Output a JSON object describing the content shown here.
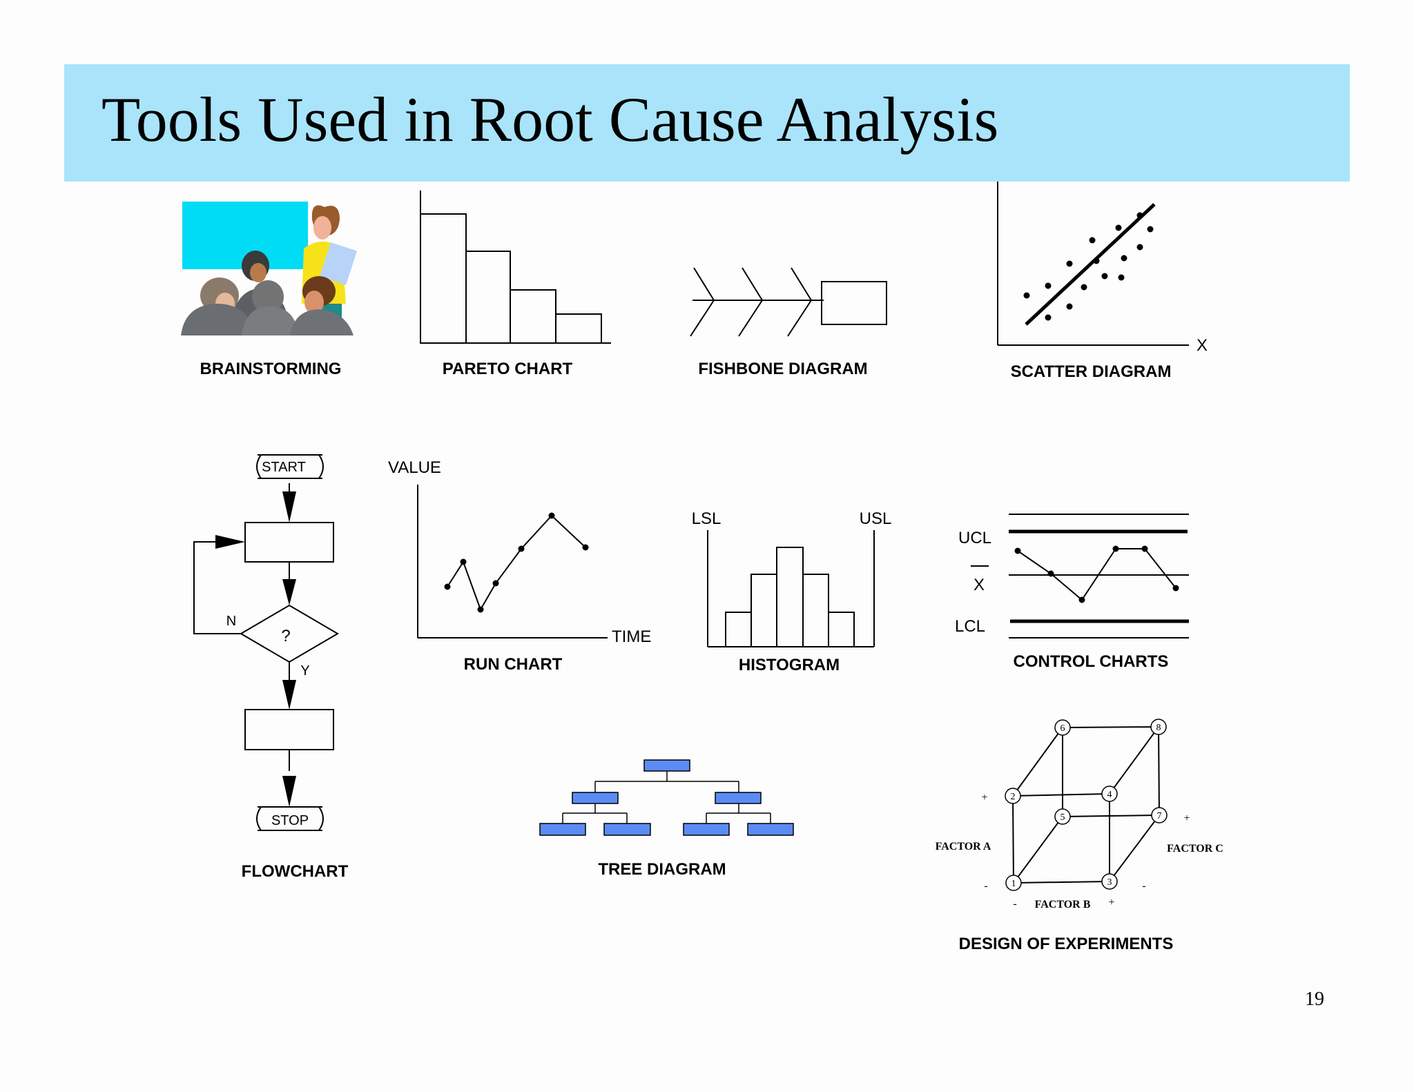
{
  "slide": {
    "title": "Tools Used in Root Cause Analysis",
    "page_number": "19",
    "colors": {
      "title_band": "#a9e4fb",
      "tree_box": "#5b8cf5",
      "board": "#00dcf5"
    }
  },
  "tools": {
    "brainstorming": "BRAINSTORMING",
    "pareto": "PARETO CHART",
    "fishbone": "FISHBONE DIAGRAM",
    "scatter": "SCATTER DIAGRAM",
    "flowchart": "FLOWCHART",
    "run_chart": "RUN CHART",
    "histogram": "HISTOGRAM",
    "control_charts": "CONTROL CHARTS",
    "tree": "TREE DIAGRAM",
    "doe": "DESIGN OF EXPERIMENTS"
  },
  "scatter": {
    "x_axis": "X"
  },
  "flowchart": {
    "start": "START",
    "stop": "STOP",
    "decision": "?",
    "no": "N",
    "yes": "Y"
  },
  "run_chart": {
    "y_axis": "VALUE",
    "x_axis": "TIME"
  },
  "histogram": {
    "lsl": "LSL",
    "usl": "USL"
  },
  "control": {
    "ucl": "UCL",
    "center": "X",
    "lcl": "LCL"
  },
  "doe": {
    "factor_a": "FACTOR A",
    "factor_b": "FACTOR B",
    "factor_c": "FACTOR C",
    "plus": "+",
    "minus": "-",
    "nodes": [
      "1",
      "2",
      "3",
      "4",
      "5",
      "6",
      "7",
      "8"
    ]
  },
  "icons": [
    "brainstorming-people-icon"
  ]
}
